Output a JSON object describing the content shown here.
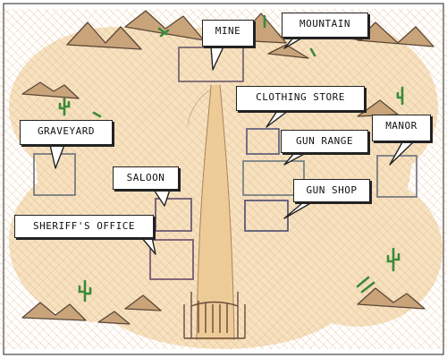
{
  "colors": {
    "background": "#ffffff",
    "ground": "#f1d3a4",
    "hatch": "#d9a468",
    "mountain": "#5a4636",
    "cactus": "#3a8a3a",
    "building": "#5b6470",
    "label_border": "#222222"
  },
  "locations": [
    {
      "id": "mine",
      "label": "MINE"
    },
    {
      "id": "mountain",
      "label": "MOUNTAIN"
    },
    {
      "id": "clothing-store",
      "label": "CLOTHING STORE"
    },
    {
      "id": "graveyard",
      "label": "GRAVEYARD"
    },
    {
      "id": "manor",
      "label": "MANOR"
    },
    {
      "id": "gun-range",
      "label": "GUN RANGE"
    },
    {
      "id": "saloon",
      "label": "SALOON"
    },
    {
      "id": "gun-shop",
      "label": "GUN SHOP"
    },
    {
      "id": "sheriffs-office",
      "label": "SHERIFF'S OFFICE"
    }
  ],
  "icons": [
    "mountain-icon",
    "cactus-icon",
    "fence-icon"
  ]
}
